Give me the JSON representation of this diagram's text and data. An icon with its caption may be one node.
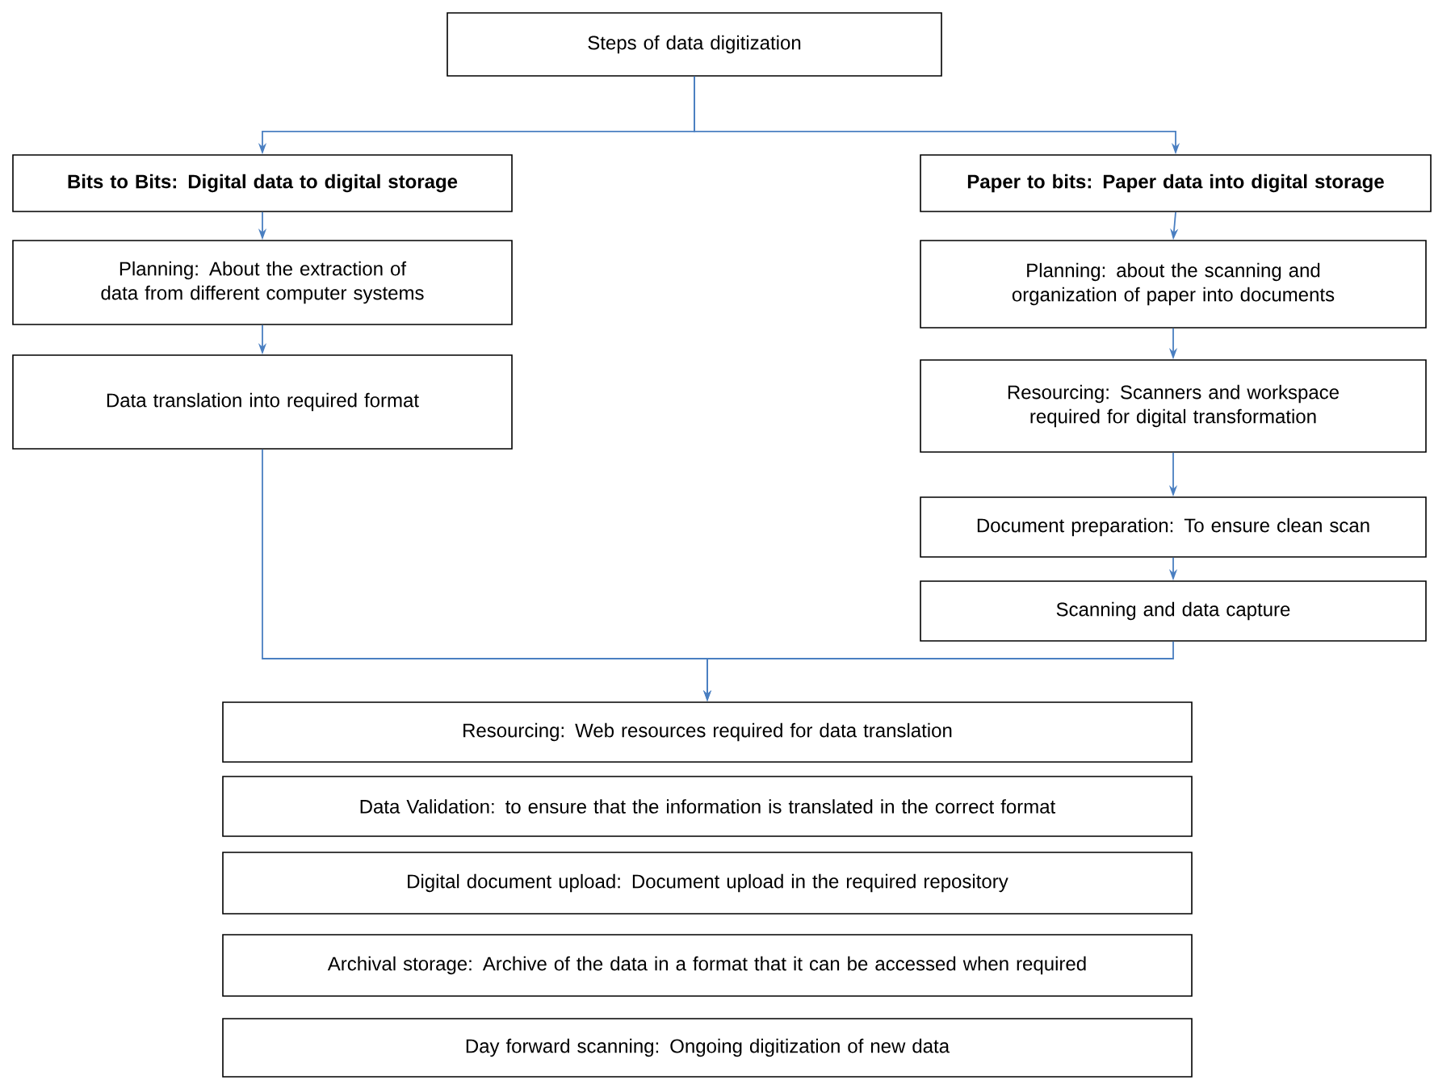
{
  "diagram": {
    "nodes": [
      {
        "text": [
          "Steps of data digitization"
        ]
      },
      {
        "text": [
          "Bits to Bits: Digital data to digital storage"
        ]
      },
      {
        "text": [
          "Planning: About the extraction of data from different computer systems"
        ]
      },
      {
        "text": [
          "Data translation into required format"
        ]
      },
      {
        "text": [
          "Paper to bits: Paper data into digital storage"
        ]
      },
      {
        "text": [
          "Planning: about the scanning and organization of paper into documents"
        ]
      },
      {
        "text": [
          "Resourcing: Scanners and workspace required for digital transformation"
        ]
      },
      {
        "text": [
          "Document preparation: To ensure clean scan"
        ]
      },
      {
        "text": [
          "Scanning and data capture"
        ]
      },
      {
        "text": [
          "Resourcing: Web resources required for data translation"
        ]
      },
      {
        "text": [
          "Data Validation: to ensure that the information is translated in the correct format"
        ]
      },
      {
        "text": [
          "Digital document upload: Document upload in the required repository"
        ]
      },
      {
        "text": [
          "Archival storage: Archive of the data in a format that it can be accessed when required"
        ]
      },
      {
        "text": [
          "Day forward scanning: Ongoing digitization of new data"
        ]
      }
    ],
    "edges": [
      {
        "from": 0,
        "to": 1,
        "arrow": "to"
      },
      {
        "from": 0,
        "to": 4,
        "arrow": "to"
      },
      {
        "from": 1,
        "to": 2,
        "arrow": "to"
      },
      {
        "from": 2,
        "to": 3,
        "arrow": "to"
      },
      {
        "from": 4,
        "to": 5,
        "arrow": "to"
      },
      {
        "from": 5,
        "to": 6,
        "arrow": "to"
      },
      {
        "from": 6,
        "to": 7,
        "arrow": "to"
      },
      {
        "from": 7,
        "to": 8,
        "arrow": "to"
      },
      {
        "from": 3,
        "to": 9,
        "arrow": "to"
      },
      {
        "from": 8,
        "to": 9,
        "arrow": "to"
      }
    ]
  }
}
